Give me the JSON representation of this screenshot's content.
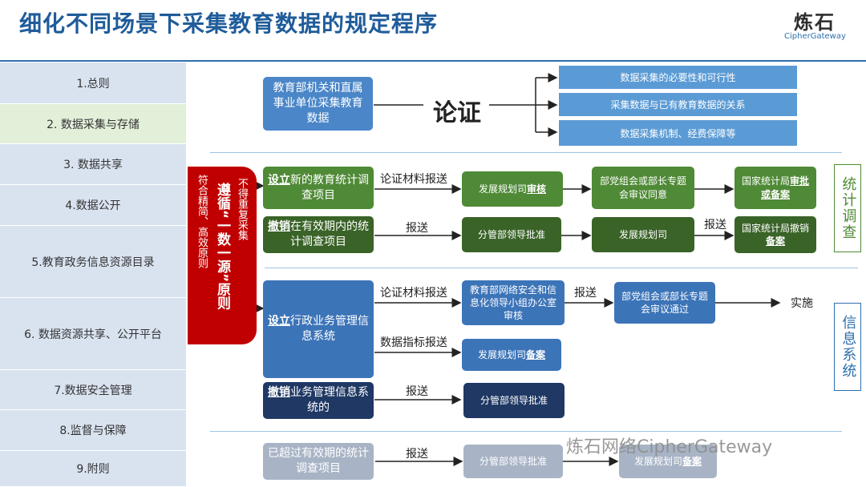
{
  "header": {
    "title": "细化不同场景下采集教育数据的规定程序",
    "logo_cn": "炼石",
    "logo_en": "CipherGateway"
  },
  "sidebar": {
    "items": [
      {
        "label": "1.总则"
      },
      {
        "label": "2. 数据采集与存储"
      },
      {
        "label": "3. 数据共享"
      },
      {
        "label": "4.数据公开"
      },
      {
        "label": "5.教育政务信息资源目录"
      },
      {
        "label": "6. 数据资源共享、公开平台"
      },
      {
        "label": "7.数据安全管理"
      },
      {
        "label": "8.监督与保障"
      },
      {
        "label": "9.附则"
      }
    ],
    "active_index": 1,
    "colors": {
      "base": "#d9e3f0",
      "active": "#e2efd9"
    }
  },
  "section1": {
    "source": "教育部机关和直属事业单位采集教育数据",
    "verb": "论证",
    "items": [
      "数据采集的必要性和可行性",
      "采集数据与已有教育数据的关系",
      "数据采集机制、经费保障等"
    ]
  },
  "principle": {
    "main": "遵循“一数一源”原则",
    "col_a": "符合精简、高效原则",
    "col_b": "不得重复采集"
  },
  "stats": {
    "tag": "统计调查",
    "row1": {
      "start_bold": "设立",
      "start_rest": "新的教育统计调查项目",
      "edge": "论证材料报送",
      "step1_plain": "发展规划司",
      "step1_bold": "审核",
      "step2": "部党组会或部长专题会审议同意",
      "step3_plain": "国家统计局",
      "step3_bold": "审批或备案"
    },
    "row2": {
      "start_bold": "撤销",
      "start_rest": "在有效期内的统计调查项目",
      "edge1": "报送",
      "step1": "分管部领导批准",
      "step2": "发展规划司",
      "edge2": "报送",
      "step3_plain": "国家统计局撤销",
      "step3_bold": "备案"
    }
  },
  "info": {
    "tag": "信息系统",
    "create": {
      "start_bold": "设立",
      "start_rest": "行政业务管理信息系统",
      "edge1": "论证材料报送",
      "step1": "教育部网络安全和信息化领导小组办公室审核",
      "edge2": "报送",
      "step2": "部党组会或部长专题会审议通过",
      "end": "实施",
      "edge3": "数据指标报送",
      "step3_plain": "发展规划司",
      "step3_bold": "备案"
    },
    "cancel": {
      "start_bold": "撤销",
      "start_rest": "业务管理信息系统的",
      "edge": "报送",
      "step": "分管部领导批准"
    }
  },
  "expired": {
    "start": "已超过有效期的统计调查项目",
    "edge": "报送",
    "step1": "分管部领导批准",
    "step2_plain": "发展规划司",
    "step2_bold": "备案"
  },
  "watermark": "炼石网络CipherGateway"
}
